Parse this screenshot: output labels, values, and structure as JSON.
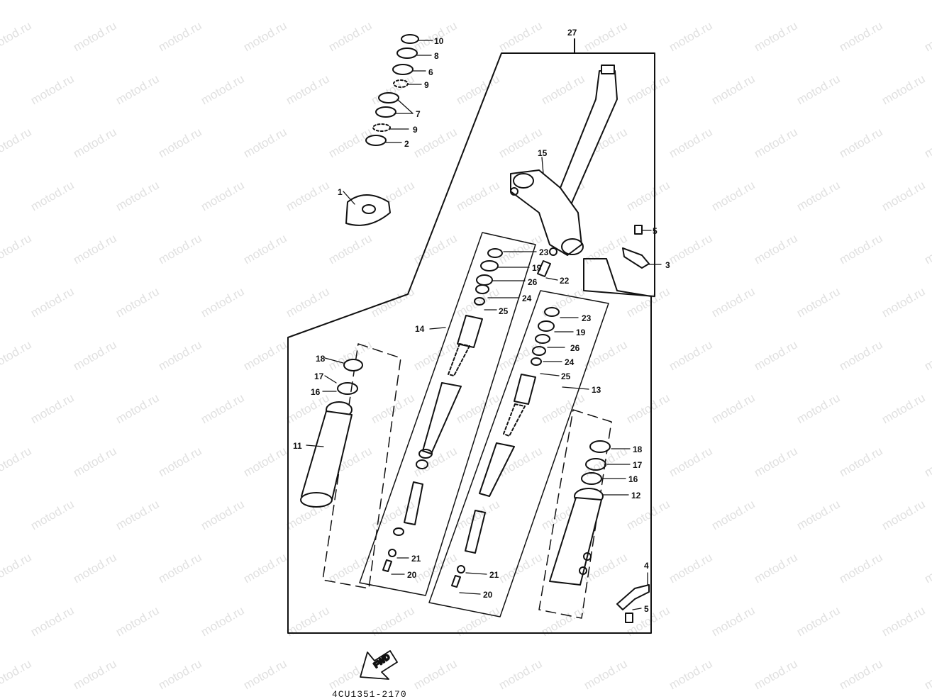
{
  "watermark": "motod.ru",
  "diagram_code": "4CU1351-2170",
  "fwd_label": "FWD",
  "callouts": {
    "c10": "10",
    "c8": "8",
    "c6": "6",
    "c9a": "9",
    "c7": "7",
    "c9b": "9",
    "c2": "2",
    "c1": "1",
    "c27": "27",
    "c15": "15",
    "c5a": "5",
    "c3": "3",
    "c22": "22",
    "c23a": "23",
    "c19a": "19",
    "c26a": "26",
    "c24a": "24",
    "c25a": "25",
    "c14": "14",
    "c23b": "23",
    "c19b": "19",
    "c26b": "26",
    "c24b": "24",
    "c25b": "25",
    "c13": "13",
    "c18a": "18",
    "c17a": "17",
    "c16a": "16",
    "c11": "11",
    "c18b": "18",
    "c17b": "17",
    "c16b": "16",
    "c12": "12",
    "c21a": "21",
    "c20a": "20",
    "c21b": "21",
    "c20b": "20",
    "c4": "4",
    "c5b": "5"
  }
}
